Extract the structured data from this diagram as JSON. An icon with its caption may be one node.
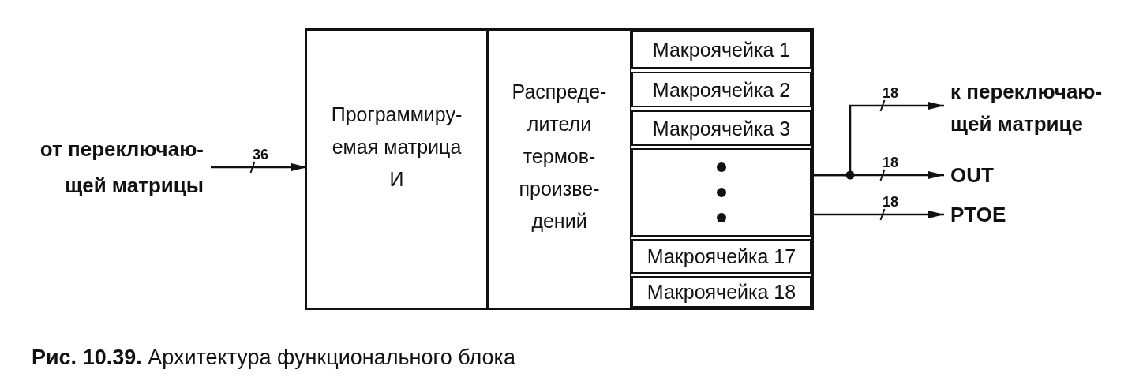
{
  "diagram": {
    "caption": "**Рис. 10.39.** Архитектура функционального блока",
    "nodes": [
      {
        "text": [
          "от переключаю- щей матрицы"
        ]
      },
      {
        "text": [],
        "shape": "box"
      },
      {
        "text": [
          "Программиру- емая матрица И"
        ],
        "in": 1
      },
      {
        "text": [
          "Распреде- лители термов- произве- дений"
        ],
        "in": 1
      },
      {
        "text": [
          "Макроячейка 1"
        ],
        "in": 1
      },
      {
        "text": [
          "Макроячейка 2"
        ],
        "in": 1
      },
      {
        "text": [
          "Макроячейка 3"
        ],
        "in": 1
      },
      {
        "text": [],
        "shape": "box",
        "in": 1
      },
      {
        "text": [
          "Макроячейка 17"
        ],
        "in": 1
      },
      {
        "text": [
          "Макроячейка 18"
        ],
        "in": 1
      },
      {
        "text": [
          "к переключаю- щей матрице"
        ]
      },
      {
        "text": [
          "OUT"
        ]
      },
      {
        "text": [
          "PTOE"
        ]
      }
    ],
    "edges": [
      {
        "from": 0,
        "to": 2,
        "arrow": "to",
        "label": "36"
      },
      {
        "from": 7,
        "to": 10,
        "arrow": "to",
        "label": "18"
      },
      {
        "from": 7,
        "to": 11,
        "arrow": "to",
        "label": "18"
      },
      {
        "from": 7,
        "to": 12,
        "arrow": "to",
        "label": "18"
      }
    ]
  }
}
